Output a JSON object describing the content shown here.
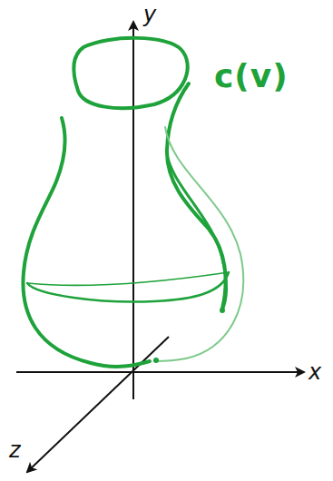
{
  "diagram": {
    "labels": [
      "y",
      "x",
      "z",
      "c(v)"
    ]
  }
}
